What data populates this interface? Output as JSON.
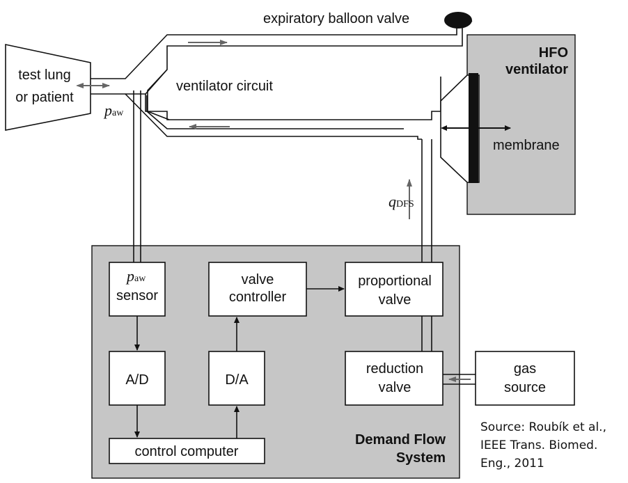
{
  "labels": {
    "expiratory_valve": "expiratory balloon valve",
    "hfo_line1": "HFO",
    "hfo_line2": "ventilator",
    "test_lung_line1": "test lung",
    "test_lung_line2": "or patient",
    "ventilator_circuit": "ventilator circuit",
    "membrane": "membrane",
    "paw_symbol": "p",
    "paw_sub": "aw",
    "qdfs_symbol": "q",
    "qdfs_sub": "DFS",
    "paw_sensor_symbol": "p",
    "paw_sensor_sub": "aw",
    "paw_sensor_word": "sensor",
    "valve_controller_line1": "valve",
    "valve_controller_line2": "controller",
    "proportional_valve_line1": "proportional",
    "proportional_valve_line2": "valve",
    "ad": "A/D",
    "da": "D/A",
    "reduction_valve_line1": "reduction",
    "reduction_valve_line2": "valve",
    "gas_source_line1": "gas",
    "gas_source_line2": "source",
    "control_computer": "control computer",
    "dfs_line1": "Demand Flow",
    "dfs_line2": "System"
  },
  "source": {
    "line1": "Source: Roubík et al.,",
    "line2": "IEEE Trans. Biomed.",
    "line3": "Eng., 2011"
  },
  "colors": {
    "panel_gray": "#c6c6c6",
    "line": "#111111",
    "arrow_gray": "#666666"
  }
}
